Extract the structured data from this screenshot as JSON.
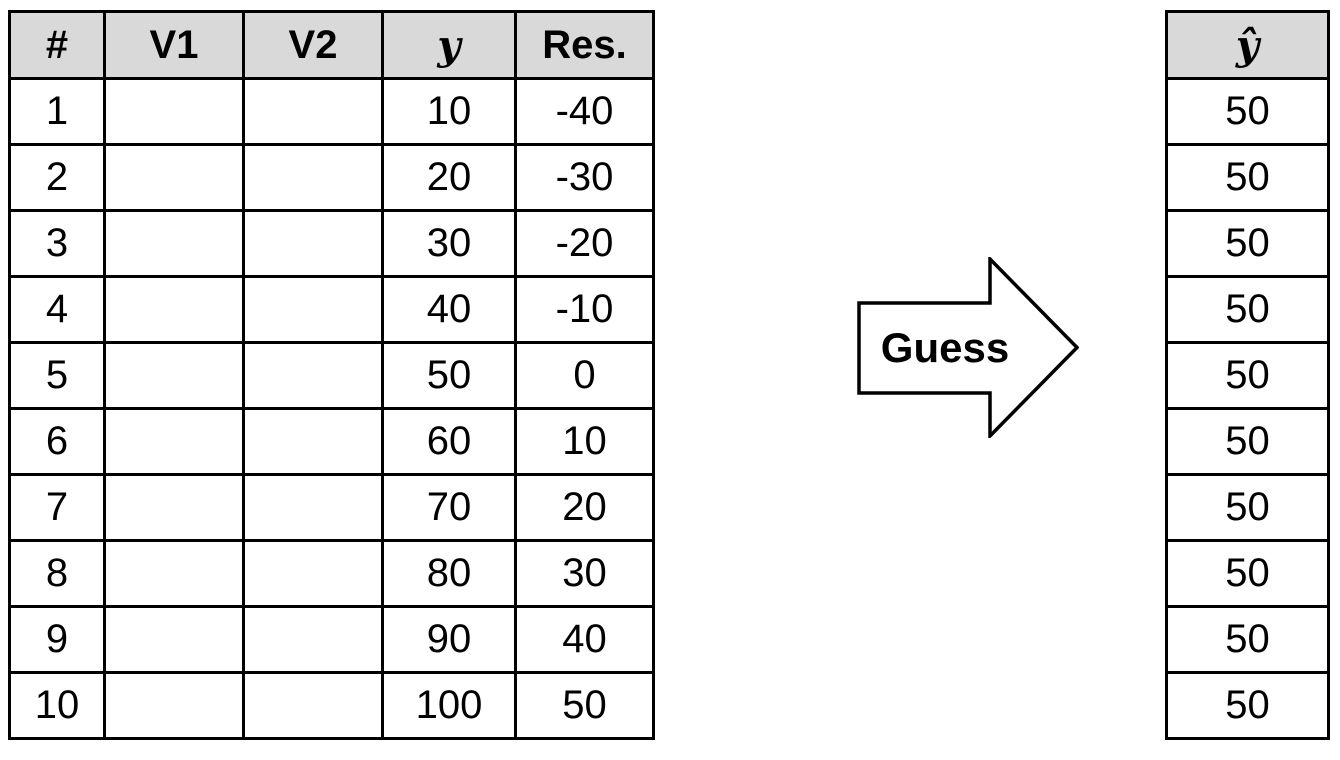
{
  "colors": {
    "header_bg": "#d9d9d9",
    "border": "#000000",
    "canvas_bg": "#ffffff"
  },
  "left_table": {
    "headers": [
      "#",
      "V1",
      "V2",
      "y",
      "Res."
    ],
    "rows": [
      [
        "1",
        "",
        "",
        "10",
        "-40"
      ],
      [
        "2",
        "",
        "",
        "20",
        "-30"
      ],
      [
        "3",
        "",
        "",
        "30",
        "-20"
      ],
      [
        "4",
        "",
        "",
        "40",
        "-10"
      ],
      [
        "5",
        "",
        "",
        "50",
        "0"
      ],
      [
        "6",
        "",
        "",
        "60",
        "10"
      ],
      [
        "7",
        "",
        "",
        "70",
        "20"
      ],
      [
        "8",
        "",
        "",
        "80",
        "30"
      ],
      [
        "9",
        "",
        "",
        "90",
        "40"
      ],
      [
        "10",
        "",
        "",
        "100",
        "50"
      ]
    ]
  },
  "right_table": {
    "header": "ŷ",
    "rows": [
      "50",
      "50",
      "50",
      "50",
      "50",
      "50",
      "50",
      "50",
      "50",
      "50"
    ]
  },
  "arrow": {
    "label": "Guess"
  }
}
